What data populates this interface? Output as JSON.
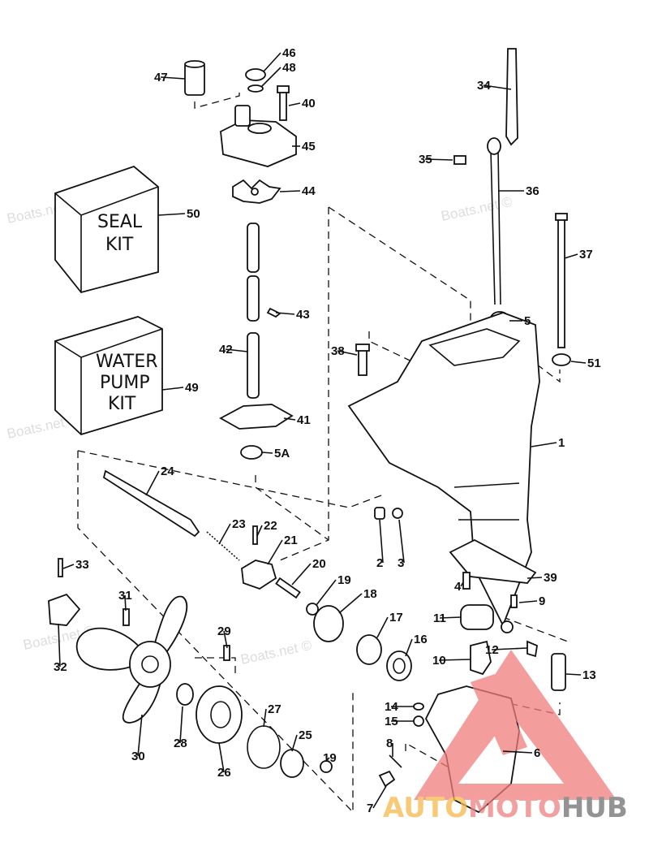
{
  "diagram": {
    "watermark": "Boats.net ©",
    "kits": {
      "seal_kit": [
        "SEAL",
        "KIT"
      ],
      "water_pump_kit": [
        "WATER",
        "PUMP",
        "KIT"
      ]
    },
    "callouts": [
      "46",
      "48",
      "47",
      "40",
      "45",
      "44",
      "50",
      "43",
      "42",
      "41",
      "5A",
      "49",
      "34",
      "35",
      "36",
      "37",
      "5",
      "51",
      "38",
      "1",
      "24",
      "23",
      "22",
      "21",
      "20",
      "19",
      "18",
      "17",
      "16",
      "2",
      "3",
      "4",
      "39",
      "9",
      "11",
      "10",
      "12",
      "13",
      "33",
      "31",
      "32",
      "29",
      "30",
      "28",
      "26",
      "27",
      "25",
      "19",
      "14",
      "15",
      "8",
      "7",
      "6"
    ]
  },
  "logo": {
    "part1": "AUTO",
    "part2": "MOTO",
    "part3": "HUB",
    "colors": {
      "auto": "#f6c26b",
      "moto": "#ef8a8a",
      "hub": "#8c8c8c",
      "triangle": "#ef7d7d"
    }
  }
}
